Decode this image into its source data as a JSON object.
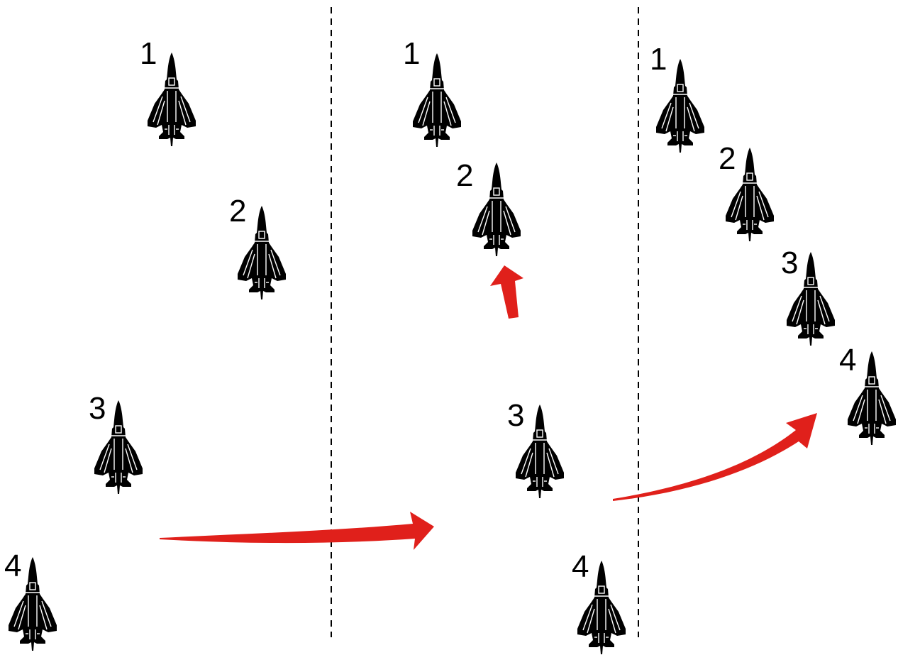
{
  "colors": {
    "background": "#ffffff",
    "aircraft": "#000000",
    "aircraft_detail": "#ffffff",
    "arrow": "#e0201b",
    "divider": "#000000"
  },
  "icons": {
    "aircraft": "fighter-jet-icon",
    "movement": "red-arrow"
  },
  "panels": [
    {
      "aircraft": [
        {
          "number": "1"
        },
        {
          "number": "2"
        },
        {
          "number": "3"
        },
        {
          "number": "4"
        }
      ]
    },
    {
      "aircraft": [
        {
          "number": "1"
        },
        {
          "number": "2"
        },
        {
          "number": "3"
        },
        {
          "number": "4"
        }
      ]
    },
    {
      "aircraft": [
        {
          "number": "1"
        },
        {
          "number": "2"
        },
        {
          "number": "3"
        },
        {
          "number": "4"
        }
      ]
    }
  ]
}
